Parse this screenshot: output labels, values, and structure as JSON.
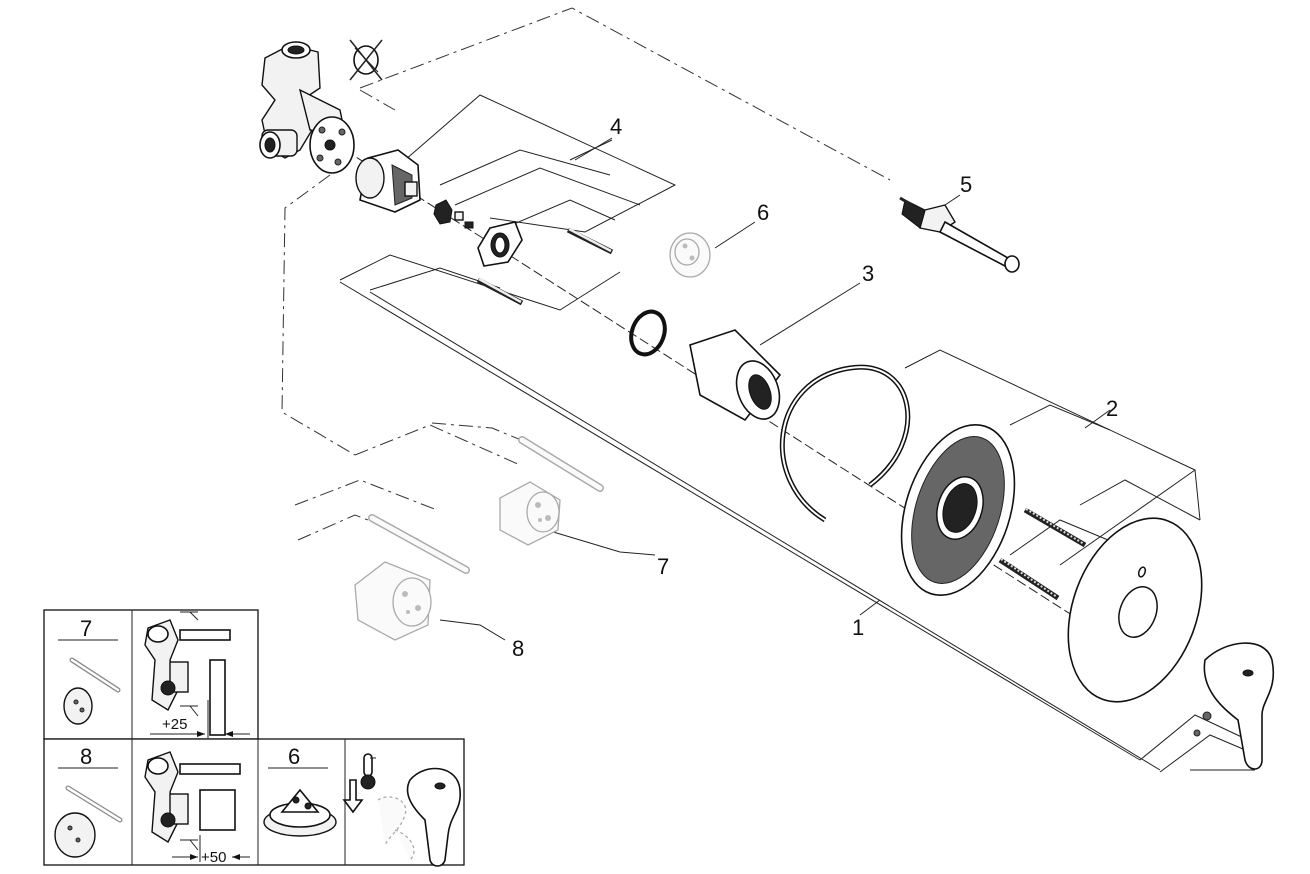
{
  "callouts": {
    "c1": "1",
    "c2": "2",
    "c3": "3",
    "c4": "4",
    "c5": "5",
    "c6": "6",
    "c7": "7",
    "c8": "8"
  },
  "legend": {
    "box7_label": "7",
    "box7_dimension": "+25",
    "box8_label": "8",
    "box8_dimension": "+50",
    "box6_label": "6"
  },
  "colors": {
    "line": "#222222",
    "ghost": "#aaaaaa",
    "background": "#ffffff"
  }
}
